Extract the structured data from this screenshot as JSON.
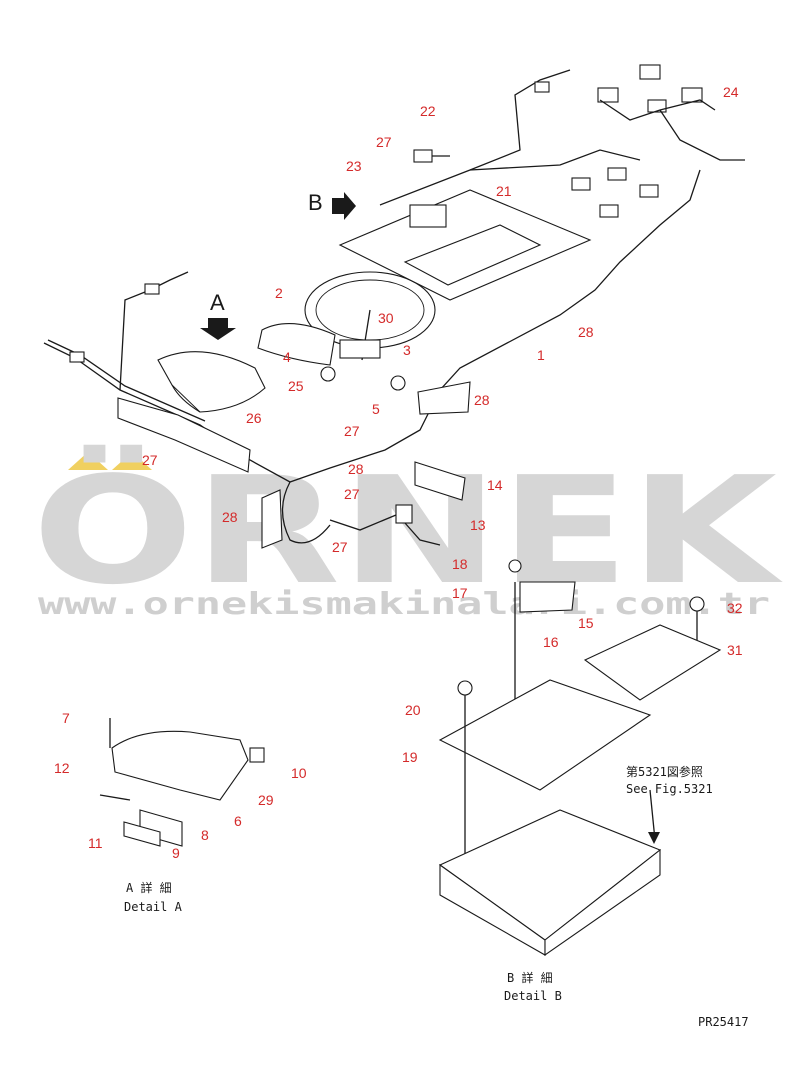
{
  "watermark": {
    "brand": "ÖRNEK",
    "url": "www.ornekismakinalari.com.tr",
    "accent_color": "#f0d060",
    "text_color": "#d6d6d6"
  },
  "view_markers": {
    "a": "A",
    "b": "B"
  },
  "callouts": [
    {
      "n": "1"
    },
    {
      "n": "2"
    },
    {
      "n": "3"
    },
    {
      "n": "4"
    },
    {
      "n": "5"
    },
    {
      "n": "6"
    },
    {
      "n": "7"
    },
    {
      "n": "8"
    },
    {
      "n": "9"
    },
    {
      "n": "10"
    },
    {
      "n": "11"
    },
    {
      "n": "12"
    },
    {
      "n": "13"
    },
    {
      "n": "14"
    },
    {
      "n": "15"
    },
    {
      "n": "16"
    },
    {
      "n": "17"
    },
    {
      "n": "18"
    },
    {
      "n": "19"
    },
    {
      "n": "20"
    },
    {
      "n": "21"
    },
    {
      "n": "22"
    },
    {
      "n": "23"
    },
    {
      "n": "24"
    },
    {
      "n": "25"
    },
    {
      "n": "26"
    },
    {
      "n": "27"
    },
    {
      "n": "27"
    },
    {
      "n": "27"
    },
    {
      "n": "27"
    },
    {
      "n": "27"
    },
    {
      "n": "28"
    },
    {
      "n": "28"
    },
    {
      "n": "28"
    },
    {
      "n": "28"
    },
    {
      "n": "29"
    },
    {
      "n": "30"
    },
    {
      "n": "31"
    },
    {
      "n": "32"
    }
  ],
  "captions": {
    "detail_a_jp": "A 詳 細",
    "detail_a_en": "Detail A",
    "detail_b_jp": "B 詳 細",
    "detail_b_en": "Detail B",
    "see_fig_jp": "第5321図参照",
    "see_fig_en": "See Fig.5321",
    "drawing_code": "PR25417"
  }
}
